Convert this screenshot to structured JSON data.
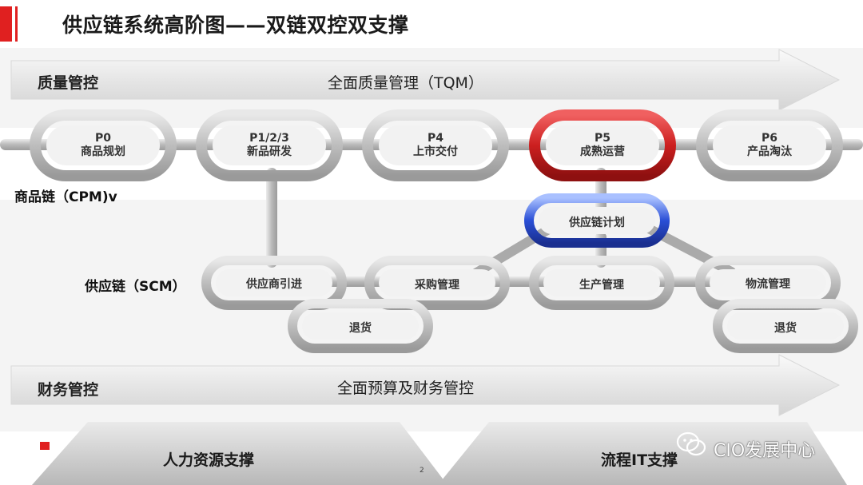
{
  "title": "供应链系统高阶图——双链双控双支撑",
  "quality_band": {
    "label": "质量管控",
    "center": "全面质量管理（TQM）"
  },
  "finance_band": {
    "label": "财务管控",
    "center": "全面预算及财务管控"
  },
  "product_chain": {
    "label": "商品链（CPM)v",
    "nodes": [
      {
        "code": "P0",
        "name": "商品规划"
      },
      {
        "code": "P1/2/3",
        "name": "新品研发"
      },
      {
        "code": "P4",
        "name": "上市交付"
      },
      {
        "code": "P5",
        "name": "成熟运营"
      },
      {
        "code": "P6",
        "name": "产品淘汰"
      }
    ]
  },
  "supply_chain": {
    "label": "供应链（SCM）",
    "plan": "供应链计划",
    "nodes": [
      "供应商引进",
      "采购管理",
      "生产管理",
      "物流管理"
    ],
    "returns": [
      "退货",
      "退货"
    ]
  },
  "bottom": {
    "left": "人力资源支撑",
    "right": "流程IT支撑"
  },
  "page_number": "2",
  "watermark": "CIO发展中心",
  "colors": {
    "accent": "#e02020",
    "highlight_red": "#cc1f1f",
    "highlight_blue": "#2a4fd6"
  }
}
